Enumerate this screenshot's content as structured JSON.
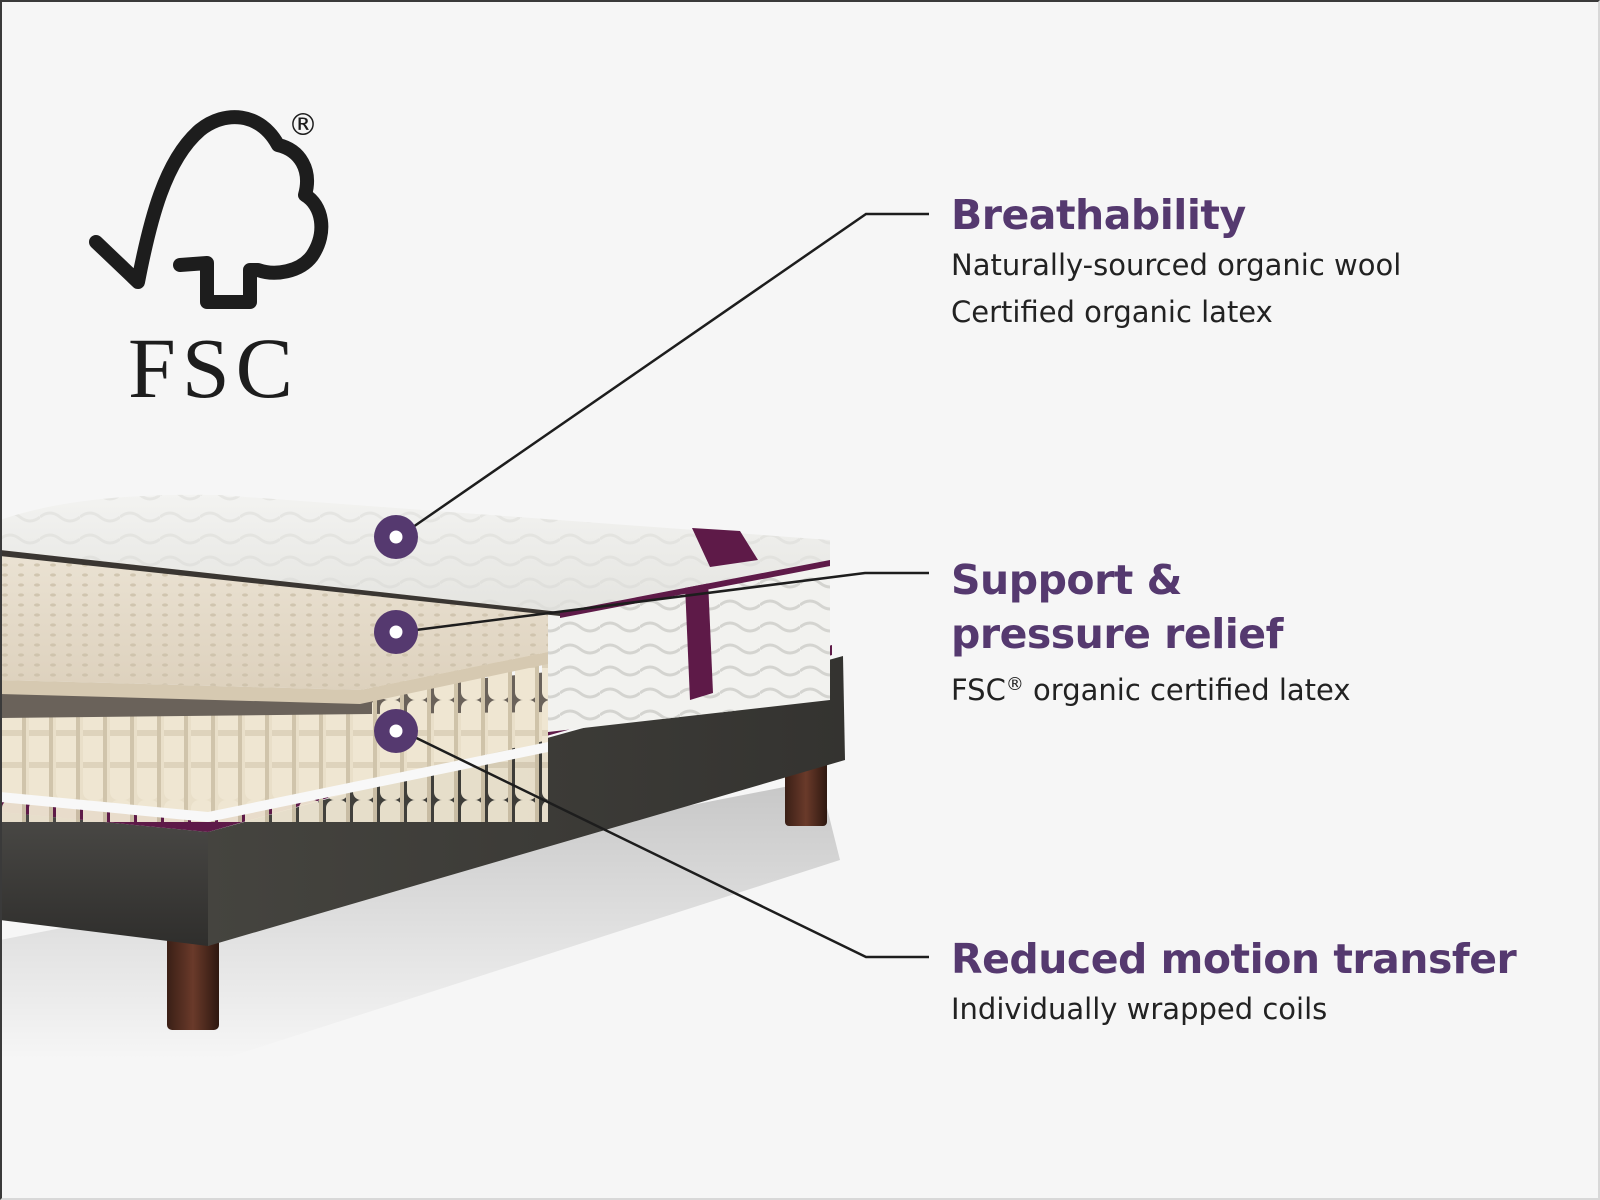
{
  "logo": {
    "name": "FSC",
    "icon": "fsc-checkmark-tree-icon",
    "registered_mark": "®"
  },
  "features": [
    {
      "title": "Breathability",
      "lines": [
        "Naturally-sourced organic wool",
        "Certified organic latex"
      ],
      "marker_layer": "top-cover"
    },
    {
      "title_line1": "Support &",
      "title_line2": "pressure relief",
      "lines_prefix": "FSC",
      "lines_sup": "®",
      "lines_rest": " organic certified latex",
      "marker_layer": "latex-layer"
    },
    {
      "title": "Reduced motion transfer",
      "lines": [
        "Individually wrapped coils"
      ],
      "marker_layer": "coil-layer"
    }
  ],
  "colors": {
    "accent_purple": "#55396f",
    "background": "#f6f6f6",
    "body_text": "#222222",
    "bed_frame": "#3b3a38",
    "trim": "#5e1a48",
    "leg": "#4a2a20"
  }
}
